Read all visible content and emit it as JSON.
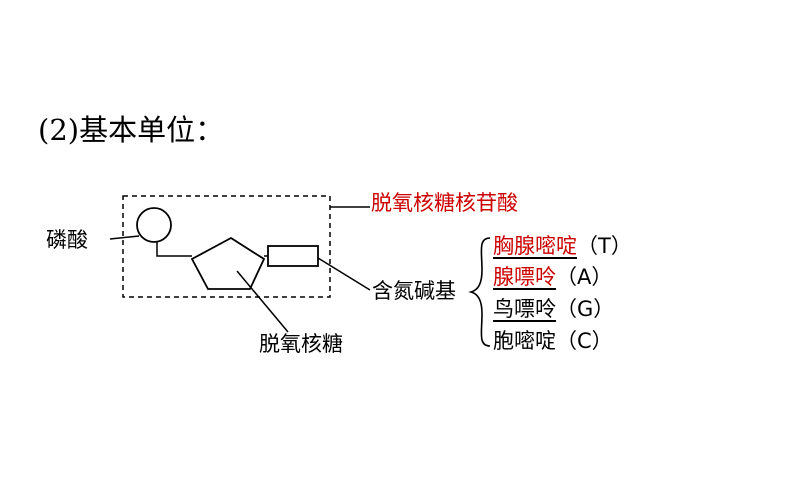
{
  "heading": "(2)基本单位：",
  "labels": {
    "nucleotide": "脱氧核糖核苷酸",
    "phosphate": "磷酸",
    "deoxyribose": "脱氧核糖",
    "base": "含氮碱基"
  },
  "bases": [
    {
      "name": "胸腺嘧啶",
      "code": "（T）"
    },
    {
      "name": "腺嘌呤",
      "code": "（A）"
    },
    {
      "name": "鸟嘌呤",
      "code": "（G）"
    },
    {
      "name": "胞嘧啶",
      "code": "（C）"
    }
  ],
  "colors": {
    "highlight": "#cc0000",
    "text": "#000000"
  }
}
